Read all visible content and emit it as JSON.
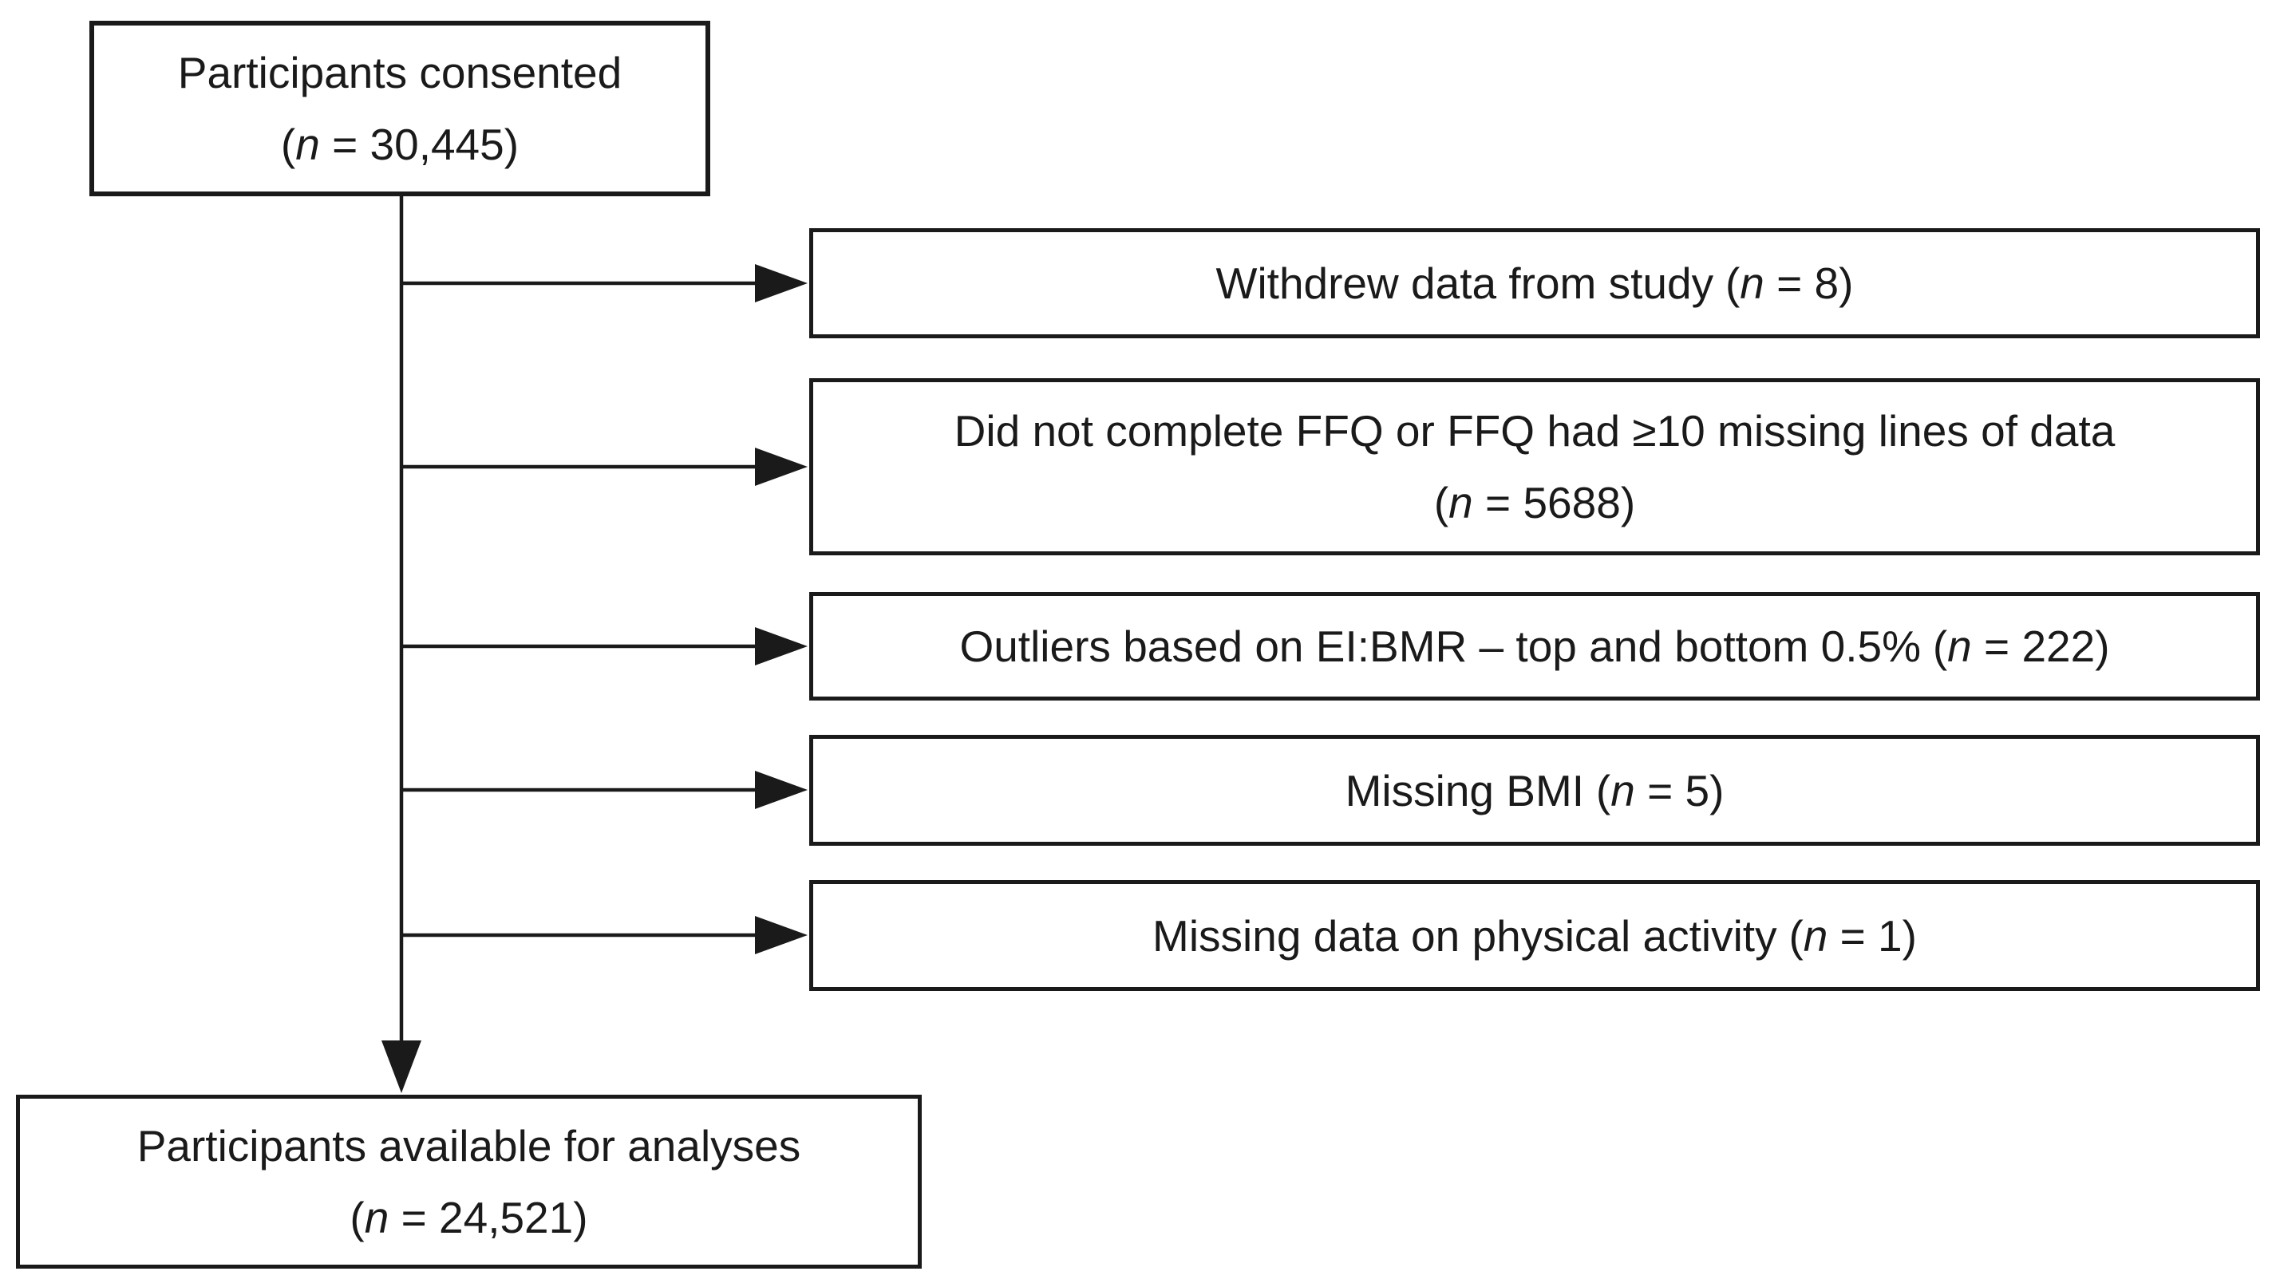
{
  "colors": {
    "ink": "#1a1a1a",
    "background": "#ffffff"
  },
  "notation": {
    "open_paren": "(",
    "n_symbol": "n",
    "equals": " = ",
    "close_paren": ")"
  },
  "flow": {
    "start": {
      "label": "Participants consented",
      "count": "30,445"
    },
    "exclusions": [
      {
        "label": "Withdrew data from study",
        "count": "8"
      },
      {
        "label": "Did not complete FFQ or FFQ had ≥10 missing lines of data",
        "count": "5688"
      },
      {
        "label": "Outliers based on EI:BMR – top and bottom 0.5%",
        "count": "222"
      },
      {
        "label": "Missing BMI",
        "count": "5"
      },
      {
        "label": "Missing data on physical activity",
        "count": "1"
      }
    ],
    "end": {
      "label": "Participants available for analyses",
      "count": "24,521"
    }
  }
}
